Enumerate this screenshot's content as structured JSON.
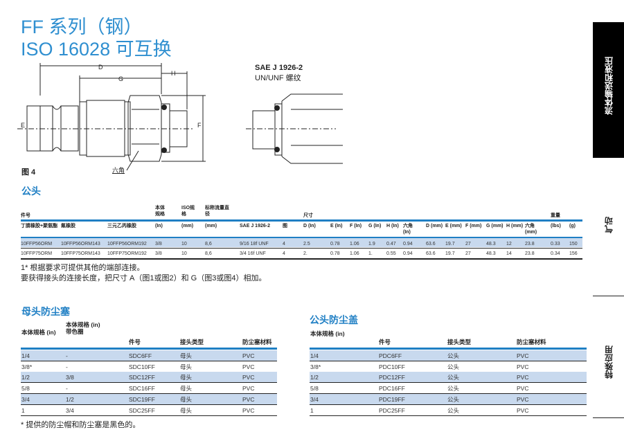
{
  "title": {
    "line1": "FF 系列（钢）",
    "line2": "ISO 16028 可互换"
  },
  "diagram": {
    "dim_D": "D",
    "dim_G": "G",
    "dim_H": "H",
    "dim_E": "E",
    "dim_F": "F",
    "hex_label": "六角",
    "figure_label": "图 4",
    "sae_title": "SAE J 1926-2",
    "sae_sub": "UN/UNF 螺纹"
  },
  "male_section": {
    "heading": "公头",
    "group_headers": {
      "part_no": "件号",
      "body_size": "本体规格",
      "iso_size": "ISO规格",
      "flow_dia": "标称流量直径",
      "dims": "尺寸",
      "weight": "重量"
    },
    "columns": [
      "丁腈橡胶+聚氨酯",
      "氟橡胶",
      "三元乙丙橡胶",
      "(In)",
      "(mm)",
      "(mm)",
      "SAE J 1926-2",
      "图",
      "D (In)",
      "E (In)",
      "F (In)",
      "G (In)",
      "H (In)",
      "六角 (In)",
      "D (mm)",
      "E (mm)",
      "F (mm)",
      "G (mm)",
      "H (mm)",
      "六角 (mm)",
      "(lbs)",
      "(g)"
    ],
    "rows": [
      [
        "10FFP56ORM",
        "10FFP56ORM143",
        "10FFP56ORM192",
        "3/8",
        "10",
        "8,6",
        "9/16 18f UNF",
        "4",
        "2.5",
        "0.78",
        "1.06",
        "1.9",
        "0.47",
        "0.94",
        "63.6",
        "19.7",
        "27",
        "48.3",
        "12",
        "23.8",
        "0.33",
        "150"
      ],
      [
        "10FFP75ORM",
        "10FFP75ORM143",
        "10FFP75ORM192",
        "3/8",
        "10",
        "8,6",
        "3/4 16f UNF",
        "4",
        "2.",
        "0.78",
        "1.06",
        "1.",
        "0.55",
        "0.94",
        "63.6",
        "19.7",
        "27",
        "48.3",
        "14",
        "23.8",
        "0.34",
        "156"
      ]
    ],
    "note1": "1* 根据要求可提供其他的端部连接。",
    "note2": "要获得接头的连接长度，把尺寸 A（图1或图2）和 G（图3或图4）相加。"
  },
  "female_caps": {
    "heading": "母头防尘塞",
    "columns": [
      "本体规格 (in)",
      "本体规格 (in) 带色圈",
      "件号",
      "接头类型",
      "防尘塞材料"
    ],
    "rows": [
      [
        "1/4",
        "-",
        "SDC6FF",
        "母头",
        "PVC"
      ],
      [
        "3/8*",
        "-",
        "SDC10FF",
        "母头",
        "PVC"
      ],
      [
        "1/2",
        "3/8",
        "SDC12FF",
        "母头",
        "PVC"
      ],
      [
        "5/8",
        "-",
        "SDC16FF",
        "母头",
        "PVC"
      ],
      [
        "3/4",
        "1/2",
        "SDC19FF",
        "母头",
        "PVC"
      ],
      [
        "1",
        "3/4",
        "SDC25FF",
        "母头",
        "PVC"
      ]
    ],
    "footnote": "* 提供的防尘帽和防尘塞是黑色的。"
  },
  "male_caps": {
    "heading": "公头防尘盖",
    "columns": [
      "本体规格 (in)",
      "件号",
      "接头类型",
      "防尘塞材料"
    ],
    "rows": [
      [
        "1/4",
        "PDC6FF",
        "公头",
        "PVC"
      ],
      [
        "3/8*",
        "PDC10FF",
        "公头",
        "PVC"
      ],
      [
        "1/2",
        "PDC12FF",
        "公头",
        "PVC"
      ],
      [
        "5/8",
        "PDC16FF",
        "公头",
        "PVC"
      ],
      [
        "3/4",
        "PDC19FF",
        "公头",
        "PVC"
      ],
      [
        "1",
        "PDC25FF",
        "公头",
        "PVC"
      ]
    ]
  },
  "side_tabs": [
    "流体输送和液压",
    "气动",
    "特殊应用"
  ],
  "colors": {
    "accent": "#1f7fc4",
    "stripe": "#c8d9ee"
  }
}
